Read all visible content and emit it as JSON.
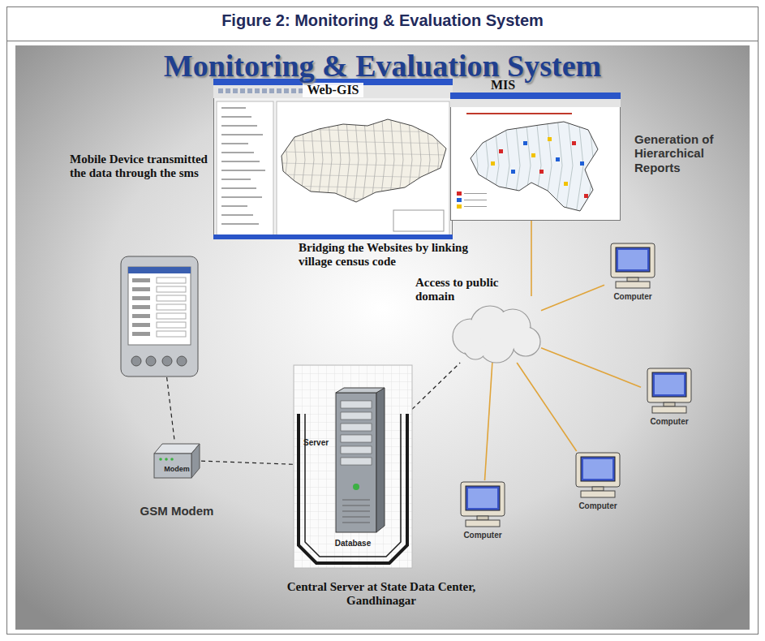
{
  "diagram": {
    "title": "Figure 2: Monitoring & Evaluation System",
    "nodes": [
      {
        "text": [
          "Web-GIS"
        ]
      },
      {
        "text": [
          "MIS"
        ]
      },
      {
        "text": [
          "Mobile Device transmitted the data through the sms"
        ]
      },
      {
        "text": [
          "Modem",
          "GSM Modem"
        ]
      },
      {
        "text": [
          "Server",
          "Database",
          "Central Server at State Data Center, Gandhinagar"
        ]
      },
      {
        "text": [
          "Access to public domain"
        ]
      },
      {
        "text": [
          "Computer"
        ]
      },
      {
        "text": [
          "Computer"
        ]
      },
      {
        "text": [
          "Computer"
        ]
      },
      {
        "text": [
          "Computer"
        ]
      }
    ],
    "edges": [
      {
        "from": 2,
        "to": 3,
        "arrow": "none"
      },
      {
        "from": 3,
        "to": 4,
        "arrow": "none"
      },
      {
        "from": 4,
        "to": 5,
        "arrow": "none"
      },
      {
        "from": 5,
        "to": 1,
        "arrow": "none"
      },
      {
        "from": 5,
        "to": 6,
        "arrow": "none"
      },
      {
        "from": 5,
        "to": 7,
        "arrow": "none"
      },
      {
        "from": 5,
        "to": 8,
        "arrow": "none"
      },
      {
        "from": 5,
        "to": 9,
        "arrow": "none"
      }
    ],
    "labels": [
      "Monitoring & Evaluation System",
      "Generation of Hierarchical Reports",
      "Bridging the Websites by linking village census code"
    ]
  }
}
